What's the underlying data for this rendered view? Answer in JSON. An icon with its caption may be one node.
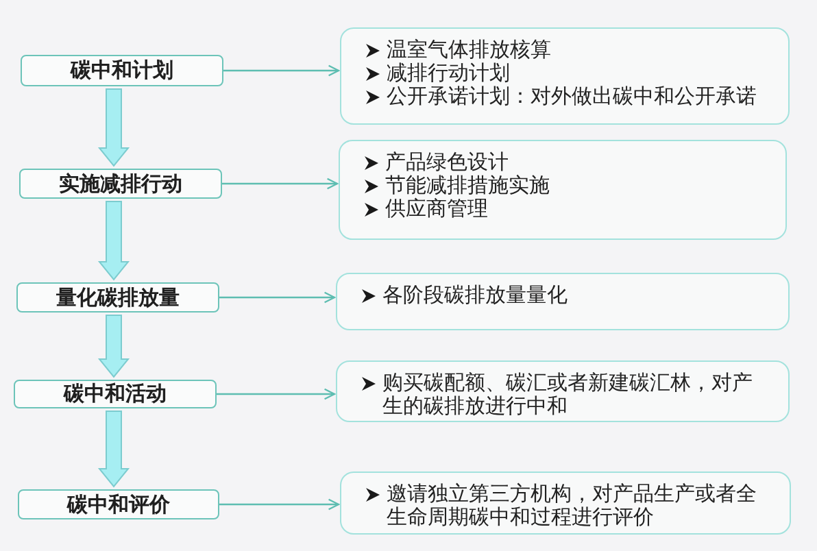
{
  "diagram": {
    "nodes": [
      {
        "text": [
          "碳中和计划"
        ]
      },
      {
        "text": [
          "温室气体排放核算",
          "减排行动计划",
          "公开承诺计划：对外做出碳中和公开承诺"
        ]
      },
      {
        "text": [
          "实施减排行动"
        ]
      },
      {
        "text": [
          "产品绿色设计",
          "节能减排措施实施",
          "供应商管理"
        ]
      },
      {
        "text": [
          "量化碳排放量"
        ]
      },
      {
        "text": [
          "各阶段碳排放量量化"
        ]
      },
      {
        "text": [
          "碳中和活动"
        ]
      },
      {
        "text": [
          "购买碳配额、碳汇或者新建碳汇林，对产生的碳排放进行中和"
        ]
      },
      {
        "text": [
          "碳中和评价"
        ]
      },
      {
        "text": [
          "邀请独立第三方机构，对产品生产或者全生命周期碳中和过程进行评价"
        ]
      }
    ],
    "edges": [
      {
        "from": 0,
        "to": 1,
        "arrow": "to"
      },
      {
        "from": 0,
        "to": 2,
        "arrow": "to",
        "style": "thick",
        "color": "#a6eef2"
      },
      {
        "from": 2,
        "to": 3,
        "arrow": "to"
      },
      {
        "from": 2,
        "to": 4,
        "arrow": "to",
        "style": "thick",
        "color": "#a6eef2"
      },
      {
        "from": 4,
        "to": 5,
        "arrow": "to"
      },
      {
        "from": 4,
        "to": 6,
        "arrow": "to",
        "style": "thick",
        "color": "#a6eef2"
      },
      {
        "from": 6,
        "to": 7,
        "arrow": "to"
      },
      {
        "from": 6,
        "to": 8,
        "arrow": "to",
        "style": "thick",
        "color": "#a6eef2"
      },
      {
        "from": 8,
        "to": 9,
        "arrow": "to"
      }
    ]
  }
}
